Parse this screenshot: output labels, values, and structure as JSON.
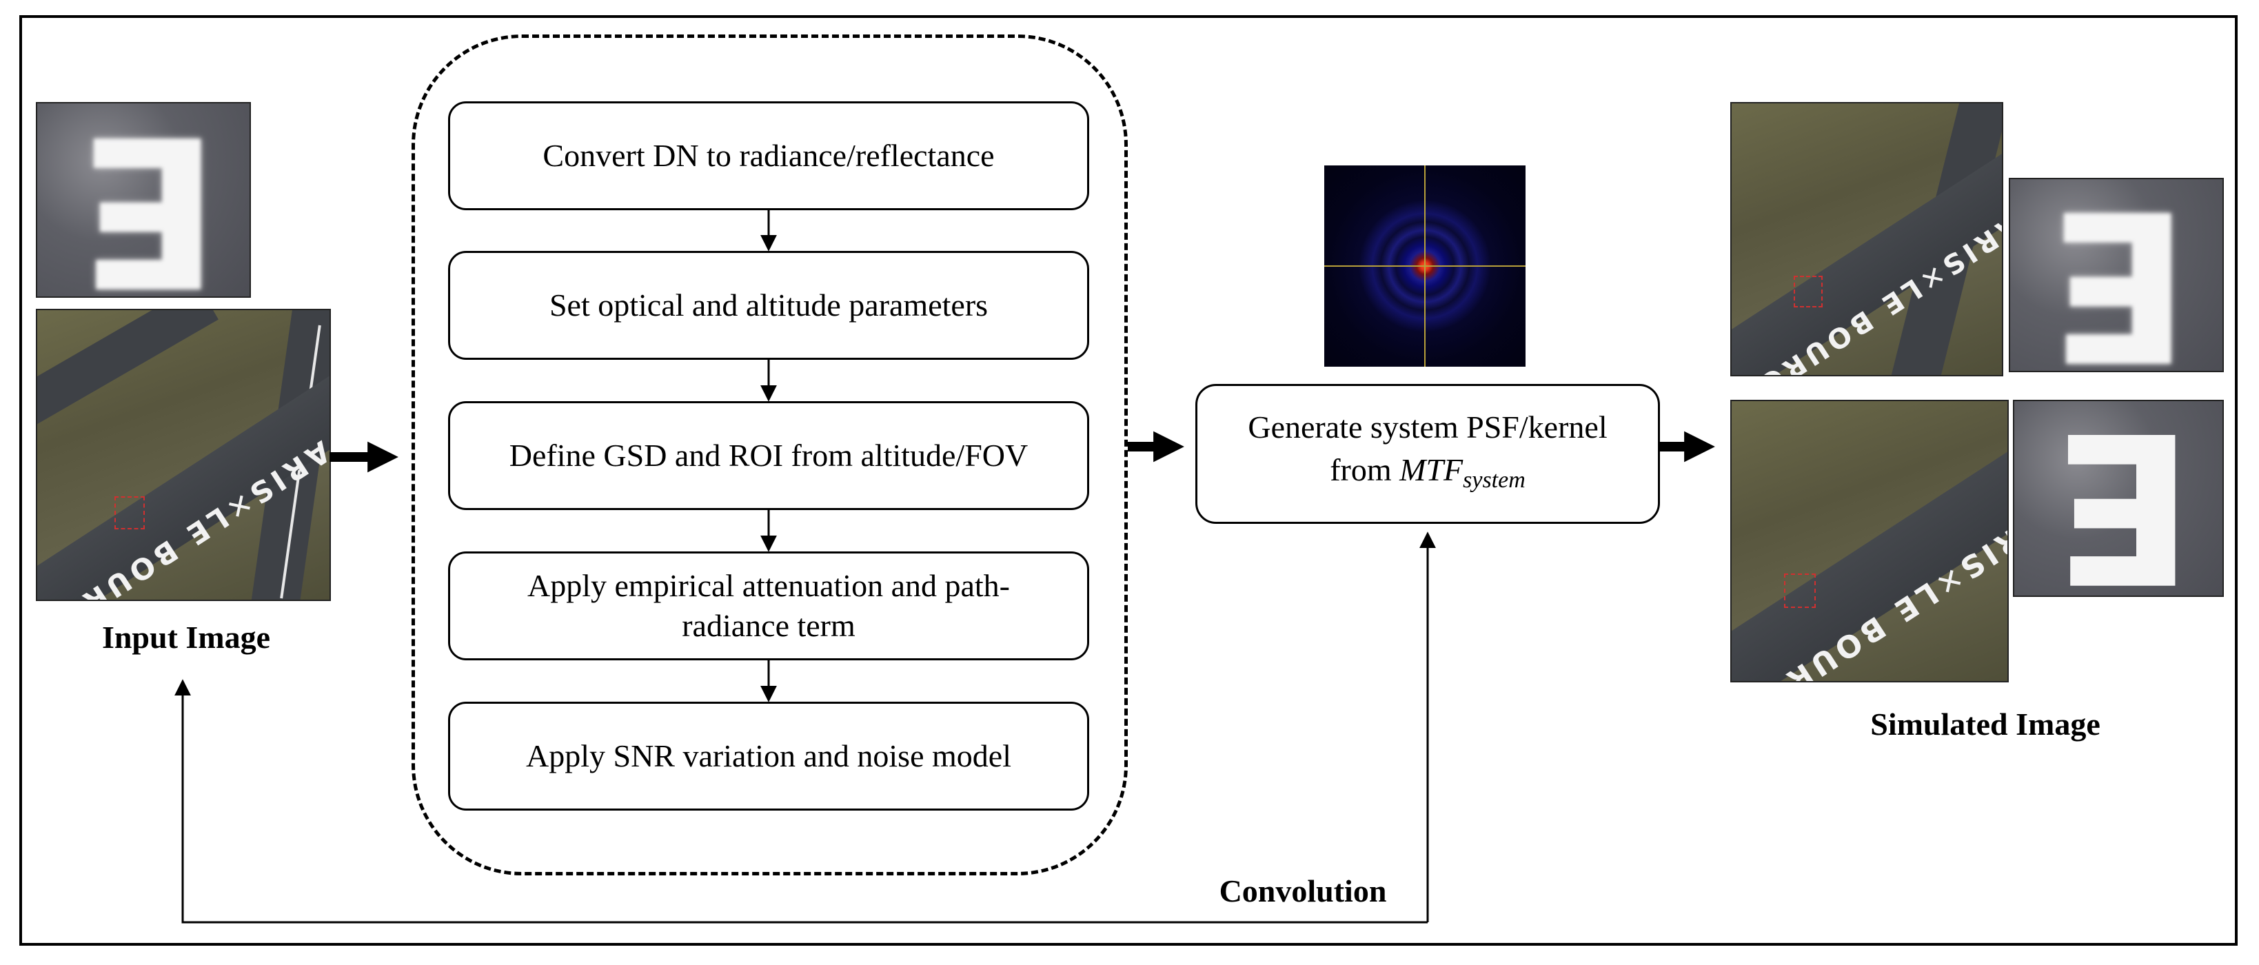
{
  "input": {
    "caption": "Input Image"
  },
  "output": {
    "caption": "Simulated Image"
  },
  "steps": [
    {
      "label": "Convert DN to radiance/reflectance"
    },
    {
      "label": "Set optical and altitude parameters"
    },
    {
      "label": "Define GSD and ROI from altitude/FOV"
    },
    {
      "label": "Apply empirical attenuation and path-radiance term"
    },
    {
      "label": "Apply SNR variation and noise model"
    }
  ],
  "psf": {
    "line1": "Generate system PSF/kernel",
    "line2_prefix": "from",
    "math_base": "MTF",
    "math_sub": "system"
  },
  "loop": {
    "label": "Convolution"
  },
  "scene": {
    "zoom_letter": "E",
    "runway_text": "✕ DE PARIS✕LE BOURG"
  },
  "colors": {
    "kernel_core": "#ff5a1f",
    "kernel_rings": "#1a1a8a",
    "red_box": "#d03030"
  }
}
